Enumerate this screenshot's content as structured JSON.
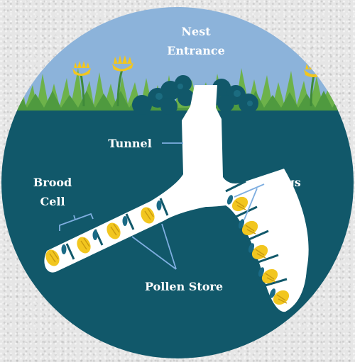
{
  "labels": {
    "nest_entrance_line1": "Nest",
    "nest_entrance_line2": "Entrance",
    "tunnel": "Tunnel",
    "brood_cell_line1": "Brood",
    "brood_cell_line2": "Cell",
    "eggs": "Eggs",
    "pollen_store": "Pollen Store"
  },
  "colors": {
    "sky": "#8cb3da",
    "soil": "#11586a",
    "grass": "#6db24a",
    "dark_grass": "#3f8a3a",
    "burrow": "#ffffff",
    "pollen": "#f2c61f",
    "egg": "#1a6a86",
    "leader_line": "#7eaee0",
    "text_dark": "#41474b"
  }
}
